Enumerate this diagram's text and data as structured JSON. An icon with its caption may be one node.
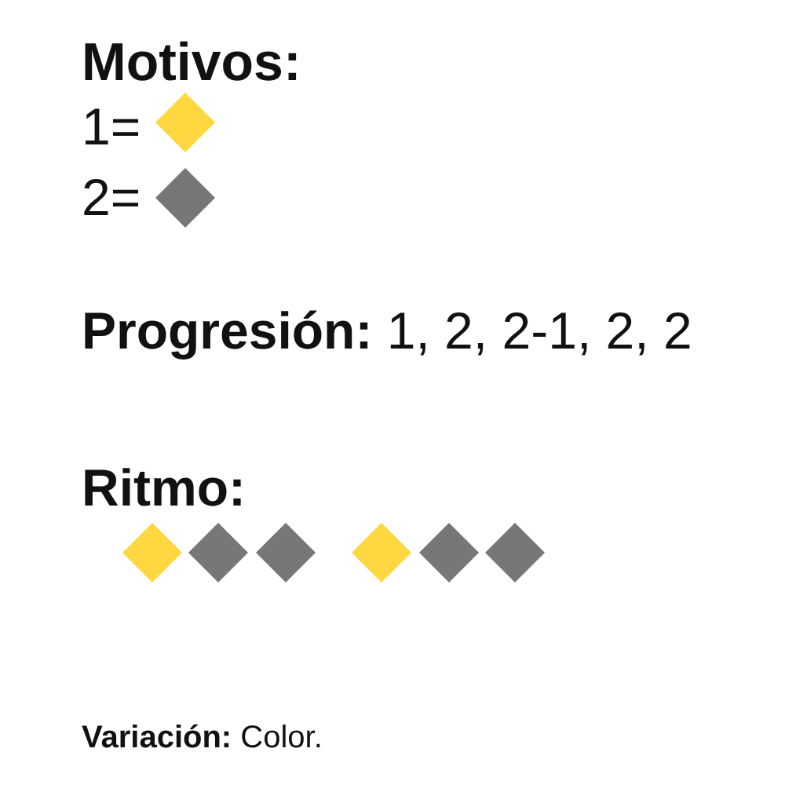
{
  "diagram": {
    "labels": [
      "Motivos:",
      "**Progresión:** 1, 2, 2-1, 2, 2",
      "Ritmo:",
      "**Variación:** Color."
    ],
    "legend": [
      {
        "text": "1=",
        "color": "#ffd740"
      },
      {
        "text": "2=",
        "color": "#777777"
      }
    ]
  }
}
